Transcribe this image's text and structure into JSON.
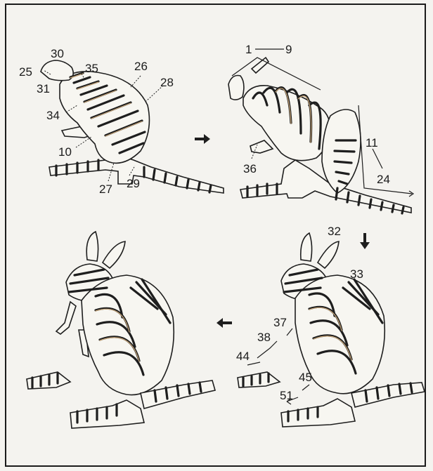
{
  "step1": {
    "labels": [
      {
        "name": "part-30",
        "text": "30"
      },
      {
        "name": "part-25",
        "text": "25"
      },
      {
        "name": "part-35",
        "text": "35"
      },
      {
        "name": "part-26",
        "text": "26"
      },
      {
        "name": "part-28",
        "text": "28"
      },
      {
        "name": "part-31",
        "text": "31"
      },
      {
        "name": "part-34",
        "text": "34"
      },
      {
        "name": "part-10",
        "text": "10"
      },
      {
        "name": "part-27",
        "text": "27"
      },
      {
        "name": "part-29",
        "text": "29"
      }
    ]
  },
  "step2": {
    "labels": [
      {
        "name": "part-1",
        "text": "1"
      },
      {
        "name": "part-9",
        "text": "9"
      },
      {
        "name": "part-11",
        "text": "11"
      },
      {
        "name": "part-24",
        "text": "24"
      },
      {
        "name": "part-36",
        "text": "36"
      }
    ]
  },
  "step3": {
    "labels": [
      {
        "name": "part-32",
        "text": "32"
      },
      {
        "name": "part-33",
        "text": "33"
      },
      {
        "name": "part-37",
        "text": "37"
      },
      {
        "name": "part-38",
        "text": "38"
      },
      {
        "name": "part-44",
        "text": "44"
      },
      {
        "name": "part-45",
        "text": "45"
      },
      {
        "name": "part-51",
        "text": "51"
      }
    ]
  },
  "arrows": [
    {
      "name": "arrow-right",
      "direction": "right"
    },
    {
      "name": "arrow-down",
      "direction": "down"
    },
    {
      "name": "arrow-left",
      "direction": "left"
    }
  ],
  "colors": {
    "ink": "#1e1e1e",
    "paper": "#f4f3ef",
    "wood": "#c9a77a"
  }
}
